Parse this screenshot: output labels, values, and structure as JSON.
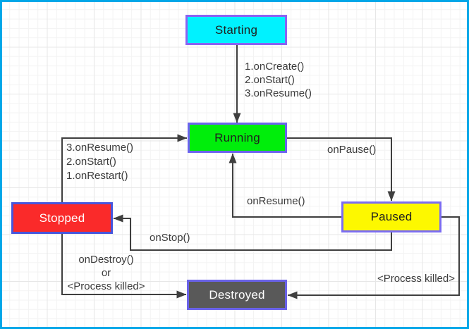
{
  "diagram": {
    "states": [
      {
        "id": "starting",
        "label": "Starting",
        "fill": "#00f2ff",
        "border": "#8a63f2",
        "text": "#1f1f1f"
      },
      {
        "id": "running",
        "label": "Running",
        "fill": "#00ee0b",
        "border": "#6c63ef",
        "text": "#1f1f1f"
      },
      {
        "id": "stopped",
        "label": "Stopped",
        "fill": "#fa2a2a",
        "border": "#4656dd",
        "text": "#ffffff"
      },
      {
        "id": "paused",
        "label": "Paused",
        "fill": "#fdf800",
        "border": "#7b6cf3",
        "text": "#1f1f1f"
      },
      {
        "id": "destroyed",
        "label": "Destroyed",
        "fill": "#595959",
        "border": "#6a62e8",
        "text": "#ffffff"
      }
    ],
    "edges": [
      {
        "from": "Starting",
        "to": "Running",
        "lines": [
          "1.onCreate()",
          "2.onStart()",
          "3.onResume()"
        ]
      },
      {
        "from": "Running",
        "to": "Paused",
        "lines": [
          "onPause()"
        ]
      },
      {
        "from": "Paused",
        "to": "Running",
        "lines": [
          "onResume()"
        ]
      },
      {
        "from": "Stopped",
        "to": "Running",
        "lines": [
          "3.onResume()",
          "2.onStart()",
          "1.onRestart()"
        ]
      },
      {
        "from": "Paused",
        "to": "Stopped",
        "lines": [
          "onStop()"
        ]
      },
      {
        "from": "Stopped",
        "to": "Destroyed",
        "lines": [
          "onDestroy()",
          "or",
          "<Process killed>"
        ]
      },
      {
        "from": "Paused",
        "to": "Destroyed",
        "lines": [
          "<Process killed>"
        ]
      }
    ],
    "frame_color": "#00a7e8",
    "line_color": "#3f3f3f"
  }
}
